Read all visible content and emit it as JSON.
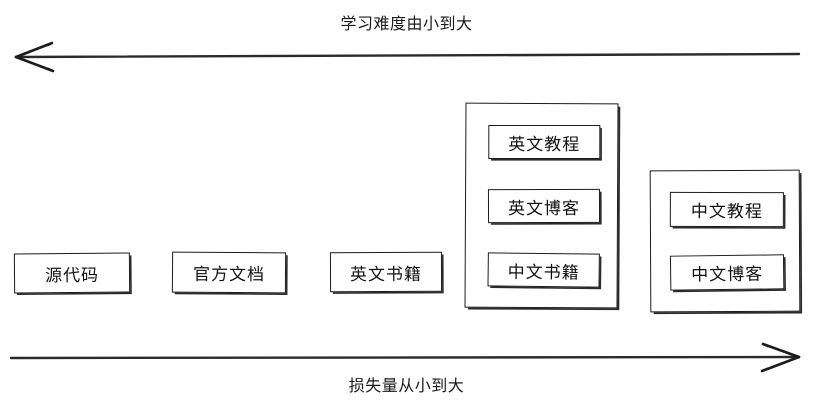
{
  "diagram": {
    "top_axis": {
      "label": "学习难度由小到大",
      "direction": "left",
      "arrow_icon": "arrow-left-icon"
    },
    "bottom_axis": {
      "label": "损失量从小到大",
      "direction": "right",
      "arrow_icon": "arrow-right-icon"
    },
    "nodes": [
      {
        "label": "源代码"
      },
      {
        "label": "官方文档"
      },
      {
        "label": "英文书籍"
      }
    ],
    "groups": [
      {
        "name": "group-middle",
        "items": [
          {
            "label": "英文教程"
          },
          {
            "label": "英文博客"
          },
          {
            "label": "中文书籍"
          }
        ]
      },
      {
        "name": "group-right",
        "items": [
          {
            "label": "中文教程"
          },
          {
            "label": "中文博客"
          }
        ]
      }
    ],
    "colors": {
      "stroke": "#1c1c1c",
      "background": "#ffffff",
      "text": "#111111"
    }
  }
}
